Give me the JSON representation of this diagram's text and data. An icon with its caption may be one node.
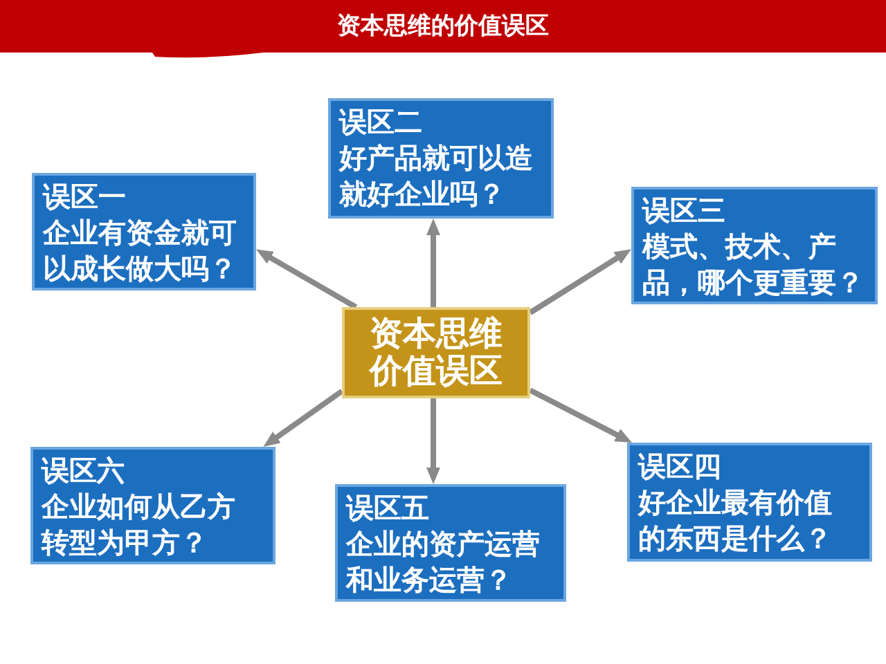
{
  "diagram": {
    "title": "资本思维的价值误区",
    "nodes": [
      {
        "text": [
          "资本思维价值误区"
        ]
      },
      {
        "text": [
          "误区一",
          "企业有资金就可以成长做大吗？"
        ]
      },
      {
        "text": [
          "误区二",
          "好产品就可以造就好企业吗？"
        ]
      },
      {
        "text": [
          "误区三",
          "模式、技术、产品，哪个更重要？"
        ]
      },
      {
        "text": [
          "误区四",
          "好企业最有价值的东西是什么？"
        ]
      },
      {
        "text": [
          "误区五",
          "企业的资产运营和业务运营？"
        ]
      },
      {
        "text": [
          "误区六",
          "企业如何从乙方转型为甲方？"
        ]
      }
    ],
    "edges": [
      {
        "from": 0,
        "to": 1,
        "arrow": "to"
      },
      {
        "from": 0,
        "to": 2,
        "arrow": "to"
      },
      {
        "from": 0,
        "to": 3,
        "arrow": "to"
      },
      {
        "from": 0,
        "to": 4,
        "arrow": "to"
      },
      {
        "from": 0,
        "to": 5,
        "arrow": "to"
      },
      {
        "from": 0,
        "to": 6,
        "arrow": "to"
      }
    ]
  }
}
